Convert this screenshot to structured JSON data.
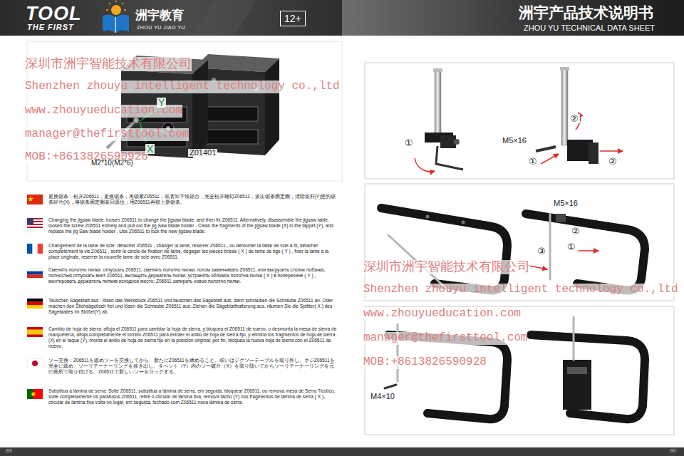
{
  "diagram": {
    "title": "洲宇产品技术说明书",
    "nodes": [
      {
        "text": [
          "12+"
        ]
      }
    ],
    "labels": [
      "TOOL",
      "THE FIRST",
      "洲宇教育",
      "ZHOU YU JIAO YU",
      "ZHOU YU TECHNICAL DATA SHEET",
      "深圳市洲宇智能技术有限公司",
      "Shenzhen zhouyu intelligent technology co.,ltd",
      "www.zhouyueducation.com",
      "manager@thefirsttool.com",
      "MOB:+8613826590928",
      "Y",
      "X",
      "M2*10(M2*6)",
      "Z01401",
      "更换锯条：松开Z06511，更换锯条，再锁紧Z06511，或者卸下线锯台，完全松开螺钉Z06511，拔出锯条固定圈，清除挺杆(Y)里的锯条碎片(X)，将锯条固定圈装回原位；用Z06511再锁上新锯条。",
      "Changing the jigsaw blade: loosen Z06511 to change the jigsaw blade, and then fix Z06511. Alternatively, disassemble the jigsaw table, loosen the screw Z06511 entirely and pull out the jig Saw blade holder . Clean the fragments of the jigsaw blade (X) in the tappet (Y), and replace the jig Saw blade holder . Use Z06511 to lock the new jigsaw blade.",
      "Changement de la lame de scie: détacher Z06511 , changer la lame, reserrer Z06511 , ou démonter la table de scie à fil, détacher complètement la vis Z06511 , sortir le cercle de fixation de lame, dégager les pièces brisée ( X ) de lame de tige ( Y ) , fixer la lame à la place originale, reserrer la nouvelle lame de scie avec Z06511.",
      "Сменять полотно пилки: отпускать Z06511, сменять полотно пилки, потом завинчивать Z06511, или выгрузить столик лобзика, полностью отпускать винт Z06511, вытащить держатель пилки; устранять обломок полотна пилки ( X ) в поперечине ( Y ) , монтировать держатель пилкив исходное место; Z06511 запирать новое полотно пилки.",
      "Tauschen Sägeblatt aus : lösen das Werkstück Z06511 und tauschen das Sägeblatt aus, dann schrauben die Schraube Z06511 an. Oder machen den Stichsägetisch frei und lösen die Schraube Z06511 aus. Ziehen die Sägeblatthalterung aus, räumen Sie die Splitter( X ) des Sägeblattes im Stößel(Y) ab.",
      "Cambio de hoja de sierra: afloja el Z06511 para cambiar la hoja de sierra, y bloquea el Z06511 de nuevo, o desmonta la mesa de sierra de marquetería, afloja completamente el tornillo Z06511 para extraer el anillo de hoja de sierra fijo, y elimina los fragmentos de hoja de sierra (X) en el taqué (Y), monta el anillo de hoja de sierra fijo en la posición original; por fin, bloquea la nueva hoja de sierra con el Z06511 de nuevo.",
      "ソー交換：Z06511を緩めソーを交換してから、新たにZ06511を締めること。或いはジグソーテーブルを取り外し、ネジZ06511を完全に緩め、ソーリテーナーリングを抜き出し、タペット（Y）内のソー破片（X）を取り除いてからソーリテーナーリングを元の箇所で取り付ける。Z06511で新しいソーをロックする。",
      "Substitua a lâmina de serra: Solte Z06511, substitua a lâmina de serra, em seguida, bloquear Z06511, ou remova mesa de Serra Ticotico, solte completamente os parafusos Z06511, retire o circular de lâmina fixa, remova tacho (Y) nos fragmentos de lâmina de serra ( X ), circular de lâmina fixa volta no lugar, em seguida, fechado com Z06511 nova lâmina de serra.",
      "①",
      "M5×16",
      "②",
      "①",
      "②",
      "M5×16",
      "②",
      "③",
      "①",
      "深圳市洲宇智能技术有限公司",
      "Shenzhen zhouyu intelligent technology co.,ltd",
      "www.zhouyueducation.com",
      "manager@thefirsttool.com",
      "MOB:+8613826590928",
      "M4×10",
      "89",
      "90"
    ]
  }
}
